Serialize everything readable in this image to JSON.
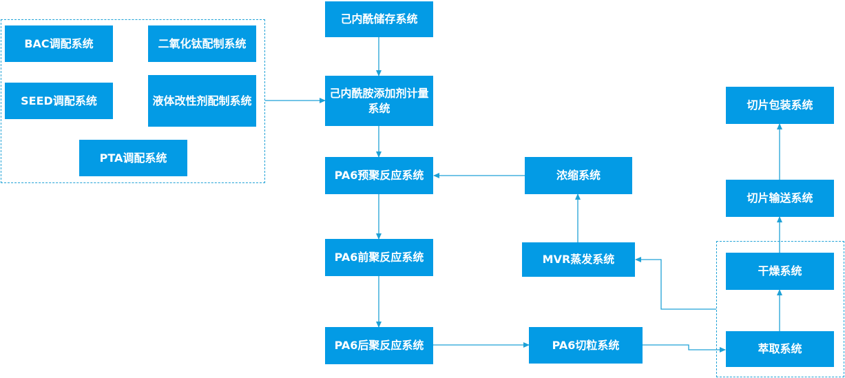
{
  "colors": {
    "box_fill": "#039be5",
    "box_text": "#ffffff",
    "connector": "#1ea1d6",
    "dashed_group": "#1ea1d6"
  },
  "nodes": {
    "bac": "BAC调配系统",
    "tio2": "二氧化钛配制系统",
    "seed": "SEED调配系统",
    "liquid_modifier": "液体改性剂配制系统",
    "pta": "PTA调配系统",
    "caprolactam_storage": "己内酰储存系统",
    "caprolactam_dosing": "己内酰胺添加剂计量系统",
    "pre_poly": "PA6预聚反应系统",
    "front_poly": "PA6前聚反应系统",
    "post_poly": "PA6后聚反应系统",
    "pelletizing": "PA6切粒系统",
    "concentration": "浓缩系统",
    "mvr": "MVR蒸发系统",
    "extraction": "萃取系统",
    "drying": "干燥系统",
    "chip_conveying": "切片输送系统",
    "chip_packaging": "切片包装系统"
  }
}
